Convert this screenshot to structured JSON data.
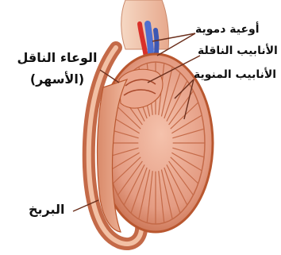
{
  "labels": {
    "blood_vessels": "أوعية دموية",
    "efferent_ducts": "الأنابيب الناقلة",
    "seminiferous_tubules": "الأنابيب المنوية",
    "vas_deferens_line1": "الوعاء الناقل",
    "vas_deferens_line2": "(الأسهر)",
    "epididymis": "البربخ"
  },
  "colors": {
    "testis_fill": "#e9a58d",
    "testis_edge": "#b9572f",
    "tubule_lines": "#c46a48",
    "cord": "#f1c4a8",
    "vessel_blue": "#4f6fcf",
    "vessel_red": "#d9302a",
    "leader_line": "#6b2f1c"
  }
}
